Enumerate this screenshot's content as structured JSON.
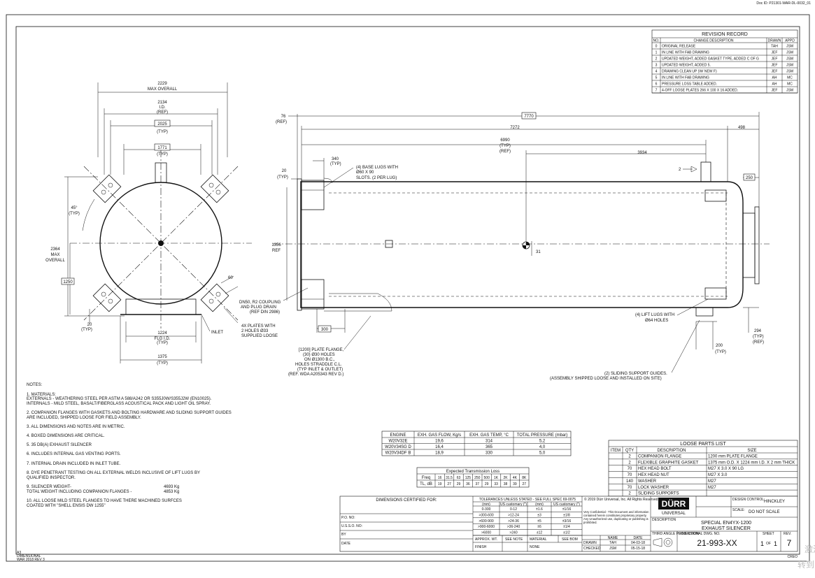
{
  "doc_id": "Doc ID: P21301-WAR-DL-0032_01",
  "revision_record": {
    "title": "REVISION RECORD",
    "headers": [
      "NO.",
      "CHANGE DESCRIPTION",
      "DRAWN",
      "APPD"
    ],
    "rows": [
      [
        "0",
        "ORIGINAL RELEASE",
        "TAH",
        "JSM"
      ],
      [
        "1",
        "IN LINE WITH FAB DRAWING",
        "JEF",
        "JSM"
      ],
      [
        "2",
        "UPDATED WEIGHT, ADDED GASKET TYPE, ADDED C OF G",
        "JEF",
        "JSM"
      ],
      [
        "3",
        "UPDATED WEIGHT, ADDED 5.",
        "JEF",
        "JSM"
      ],
      [
        "4",
        "DRAWING CLEAN UP (W/ NEW F)",
        "JEF",
        "JSM"
      ],
      [
        "5",
        "IN LINE WITH FAB DRAWING",
        "AH",
        "MC"
      ],
      [
        "6",
        "PRESSURE LOSS TABLE ADDED.",
        "AH",
        "MC"
      ],
      [
        "7",
        "4-OFF LOOSE PLATES 266 X 100 X 16 ADDED.",
        "JEF",
        "JSM"
      ]
    ]
  },
  "end_view": {
    "max_overall_w": "2229",
    "max_overall_w_label": "MAX OVERALL",
    "id_dim": "2134",
    "id_label": "I.D.",
    "ref": "(REF)",
    "d2025": "2025",
    "typ": "(TYP)",
    "d1771": "1771",
    "angle": "45°",
    "max_overall_h": "2364",
    "max_overall_h_l1": "MAX",
    "max_overall_h_l2": "OVERALL",
    "d1250": "1250",
    "d20": "20",
    "d1224": "1224",
    "flg_id": "FLG I.D.",
    "d1375": "1375",
    "inlet": "INLET",
    "d60": "60"
  },
  "side_view": {
    "d76": "76",
    "ref": "(REF)",
    "d7770": "7770",
    "d7272": "7272",
    "d498": "498",
    "d6990": "6990",
    "typ": "(TYP)",
    "d3934": "3934",
    "d340": "340",
    "base_lugs": [
      "(4) BASE LUGS WITH",
      "Ø60 X 90",
      "SLOTS. (2 PER LUG)"
    ],
    "d20": "20",
    "d1356": "1356",
    "ref2": "REF",
    "d31": "31",
    "d250": "250",
    "cog_2": "2",
    "d300": "300",
    "drain": [
      "DN50, R2 COUPLING",
      "AND PLUG DRAIN",
      "(REF DIN 2986)"
    ],
    "plates": [
      "4X PLATES WITH",
      "2 HOLES Ø33",
      "SUPPLIED LOOSE"
    ],
    "flange": [
      "[1200] PLATE FLANGE,",
      "(30) Ø30 HOLES",
      "ON Ø1300 B.C.,",
      "HOLES STRADDLE C.L.",
      "(TYP INLET & OUTLET)",
      "(REF. WDA A205343 REV D.)"
    ],
    "lift_lugs": [
      "(4) LIFT LUGS WITH",
      "Ø64 HOLES"
    ],
    "d294": "294",
    "d200": "200",
    "sliding": [
      "(2) SLIDING SUPPORT GUIDES.",
      "(ASSEMBLY SHIPPED LOOSE AND INSTALLED ON SITE)"
    ]
  },
  "notes": {
    "title": "NOTES:",
    "items": [
      "1. MATERIALS:",
      "    EXTERNALS - WEATHERING STEEL PER ASTM A 588/A242 OR S355J0W/S355J2W (EN10025).",
      "    INTERNALS - MILD STEEL, BASALT/FIBERGLASS ACOUSTICAL PACK AND LIGHT OIL SPRAY.",
      "2. COMPANION FLANGES WITH GASKETS AND BOLTING HARDWARE  AND SLIDING SUPPORT GUIDES",
      "    ARE INCLUDED, SHIPPED LOOSE FOR FIELD ASSEMBLY.",
      "3. ALL DIMENSIONS AND NOTES ARE IN METRIC.",
      "4. BOXED DIMENSIONS ARE CRITICAL.",
      "5. 35 DB(A) EXHAUST SILENCER",
      "6. INCLUDES INTERNAL GAS VENTING PORTS.",
      "7. INTERNAL DRAIN INCLUDED IN INLET TUBE.",
      "8. DYE PENETRANT TESTING ON ALL EXTERNAL WELDS INCLUSIVE OF LIFT LUGS BY",
      "    QUALIFIED INSPECTOR.",
      "9. SILENCER WEIGHT-",
      "    TOTAL WEIGHT INCLUDING COMPANION FLANGES -",
      "10. ALL LOOSE MILD STEEL FLANGES TO HAVE THERE MACHINED SURFCES",
      "     COATED WITH \"SHELL ENSIS DW 1255\""
    ],
    "weight1": "4693 Kg",
    "weight2": "4853 Kg"
  },
  "engine_table": {
    "headers": [
      "ENGINE",
      "EXH. GAS FLOW, Kg/s",
      "EXH. GAS TEMP, °C",
      "TOTAL PRESSURE (mbar)"
    ],
    "rows": [
      [
        "W20V32E",
        "19,6",
        "314",
        "5,2"
      ],
      [
        "W20V34SG D",
        "16,4",
        "365",
        "4,0"
      ],
      [
        "W20V34DF B",
        "18,9",
        "330",
        "5,0"
      ]
    ]
  },
  "transmission_table": {
    "title": "Expected Transmission Loss",
    "freq_label": "Freq",
    "tl_label": "TL, dB",
    "freqs": [
      "16",
      "31.5",
      "63",
      "125",
      "250",
      "500",
      "1K",
      "2K",
      "4K",
      "8K"
    ],
    "tl": [
      "19",
      "27",
      "29",
      "36",
      "37",
      "29",
      "33",
      "38",
      "39",
      "27"
    ]
  },
  "loose_parts": {
    "title": "LOOSE PARTS LIST",
    "headers": [
      "ITEM",
      "QTY",
      "DESCRIPTION",
      "SIZE"
    ],
    "rows": [
      [
        "",
        "2",
        "COMPANION FLANGE",
        "1200 mm PLATE FLANGE"
      ],
      [
        "",
        "2",
        "FLEXIBLE GRAPHITE GASKET",
        "1375 mm O.D. X 1224 mm I.D. X 2 mm THICK"
      ],
      [
        "",
        "70",
        "HEX HEAD BOLT",
        "M27 X 3.0 X 90 LG"
      ],
      [
        "",
        "70",
        "HEX HEAD NUT",
        "M27 X 3.0"
      ],
      [
        "",
        "140",
        "WASHER",
        "M27"
      ],
      [
        "",
        "70",
        "LOCK WASHER",
        "M27"
      ],
      [
        "",
        "2",
        "SLIDING SUPPORTS",
        ""
      ]
    ]
  },
  "title_block": {
    "certified": "DIMENSIONS CERTIFIED FOR:",
    "po_no": "P.O. NO:",
    "uso_no": "U.S.S.O. NO:",
    "by": "BY",
    "date": "DATE",
    "tol_title": "TOLERANCES UNLESS STATED - SEE FULL SPEC 69-0075",
    "tol_headers": [
      "(mm)",
      "US customary (\")",
      "(mm)",
      "US customary (\")"
    ],
    "tol_rows": [
      [
        "0-300",
        "0-12",
        "±1.6",
        "±1/16"
      ],
      [
        ">300-600",
        ">12-24",
        "±3",
        "±1/8"
      ],
      [
        ">600-900",
        ">24-36",
        "±5",
        "±3/16"
      ],
      [
        ">900-6000",
        ">36-240",
        "±6",
        "±1/4"
      ],
      [
        ">6000",
        ">240",
        "±12",
        "±1/2"
      ]
    ],
    "approx_wt": "APPROX. WT.",
    "see_note": "SEE NOTE",
    "material": "MATERIAL",
    "see_bom": "SEE BOM",
    "finish": "FINISH",
    "none": "NONE",
    "copyright": "© 2019 Dürr Universal, Inc. All Rights Reserved.",
    "confidential": "Very Confidential - This Document and information contained herein constitutes proprietary property. Any Unauthorized use, duplicating or publishing is prohibited.",
    "name": "NAME",
    "date_h": "DATE",
    "drawn": "DRAWN",
    "drawn_by": "TAH",
    "drawn_date": "04-03-18",
    "checked": "CHECKED",
    "checked_by": "JSM",
    "checked_date": "05-15-18",
    "logo": "DÜRR",
    "logo_sub": "UNIVERSAL",
    "design_control_label": "DESIGN CONTROL:",
    "design_control": "HINCKLEY",
    "scale_label": "SCALE:",
    "scale": "DO NOT SCALE",
    "description_label": "DESCRIPTION",
    "description_l1": "SPECIAL EN4YX-1200",
    "description_l2": "EXHAUST SILENCER",
    "projection_label": "THIRD ANGLE PROJECTION",
    "dwg_label": "DIMENSIONAL DWG. NO.",
    "dwg_no": "21-993-XX",
    "sheet_label": "SHEET",
    "sheet": "1",
    "of": "OF",
    "sheets": "1",
    "rev_label": "REV.",
    "rev": "7",
    "cad": "CREO"
  },
  "footer": {
    "l1": "A3",
    "l2": "DIMENSIONAL",
    "l3": "WAR 2018 REV 3"
  },
  "watermark": {
    "l1": "激活",
    "l2": "转到"
  }
}
